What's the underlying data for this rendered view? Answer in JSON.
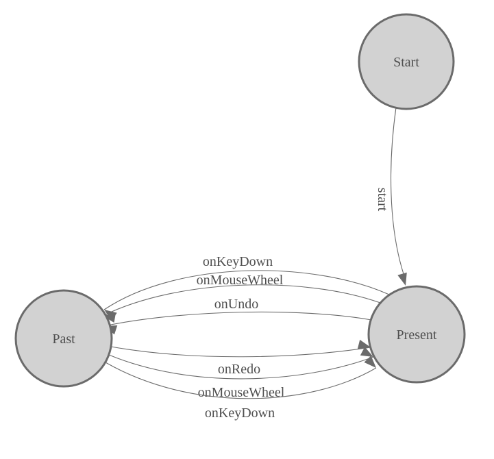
{
  "diagram": {
    "kind": "state-diagram",
    "colors": {
      "background": "#ffffff",
      "node_fill": "#d2d2d2",
      "node_stroke": "#6b6b6b",
      "edge": "#6b6b6b",
      "text": "#4f4f4f"
    },
    "nodes": [
      {
        "id": "start",
        "label": "Start"
      },
      {
        "id": "past",
        "label": "Past"
      },
      {
        "id": "present",
        "label": "Present"
      }
    ],
    "edges": [
      {
        "from": "Start",
        "to": "Present",
        "label": "start"
      },
      {
        "from": "Present",
        "to": "Past",
        "label": "onKeyDown"
      },
      {
        "from": "Present",
        "to": "Past",
        "label": "onMouseWheel"
      },
      {
        "from": "Present",
        "to": "Past",
        "label": "onUndo"
      },
      {
        "from": "Past",
        "to": "Present",
        "label": "onRedo"
      },
      {
        "from": "Past",
        "to": "Present",
        "label": "onMouseWheel"
      },
      {
        "from": "Past",
        "to": "Present",
        "label": "onKeyDown"
      }
    ]
  }
}
